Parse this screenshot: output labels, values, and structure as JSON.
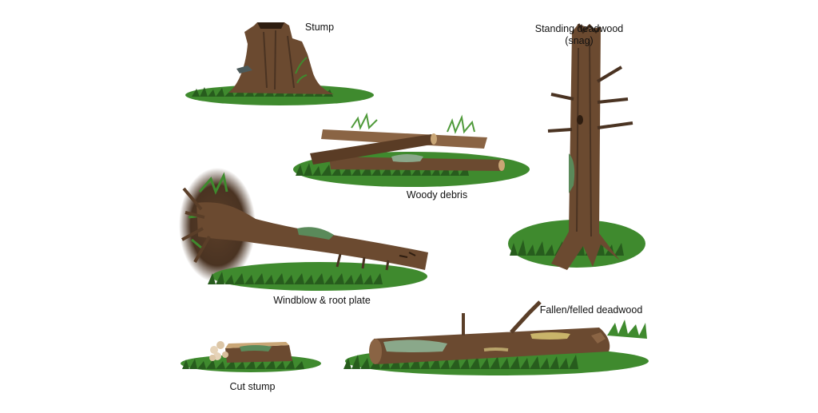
{
  "labels": {
    "stump": "Stump",
    "snag_line1": "Standing deadwood",
    "snag_line2": "(snag)",
    "woody_debris": "Woody debris",
    "windblow": "Windblow & root plate",
    "fallen": "Fallen/felled deadwood",
    "cut_stump": "Cut stump"
  },
  "colors": {
    "bark": "#6b4a30",
    "bark_dark": "#3f2a1a",
    "bark_light": "#8a6444",
    "wood_cut": "#c9a676",
    "grass": "#3f8a2e",
    "grass_dark": "#275c1d",
    "moss": "#5a8a5a",
    "lichen": "#9fb08a",
    "fungi": "#e6d3b8"
  }
}
